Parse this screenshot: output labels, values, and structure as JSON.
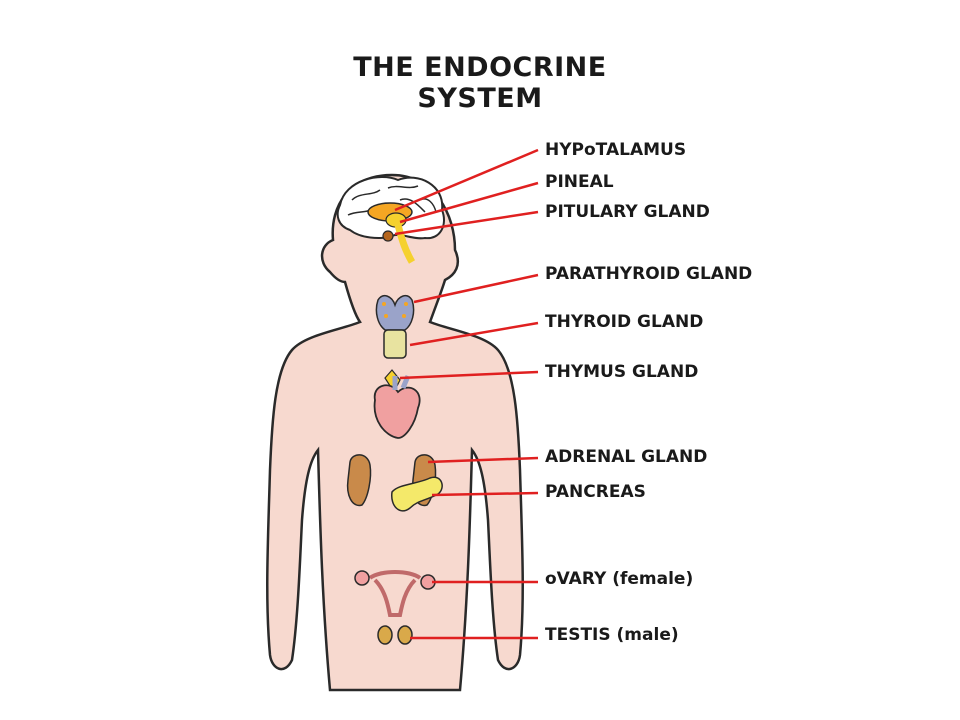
{
  "title": "THE ENDOCRINE SYSTEM",
  "labels": [
    {
      "id": "hypothalamus",
      "text": "HYPoTALAMUS"
    },
    {
      "id": "pineal",
      "text": "PINEAL"
    },
    {
      "id": "pituitary",
      "text": "PITULARY GLAND"
    },
    {
      "id": "parathyroid",
      "text": "PARATHYROID GLAND"
    },
    {
      "id": "thyroid",
      "text": "THYROID GLAND"
    },
    {
      "id": "thymus",
      "text": "THYMUS GLAND"
    },
    {
      "id": "adrenal",
      "text": "ADRENAL GLAND"
    },
    {
      "id": "pancreas",
      "text": "PANCREAS"
    },
    {
      "id": "ovary",
      "text": "oVARY (female)"
    },
    {
      "id": "testis",
      "text": "TESTIS (male)"
    }
  ],
  "colors": {
    "skin": "#f7d9cf",
    "outline": "#2a2a2a",
    "arrow": "#e02020",
    "brain": "#ffffff",
    "gland_yellow": "#f5d12e",
    "heart": "#f0a0a0",
    "kidney": "#c98a4a",
    "pancreas": "#f4e96a",
    "thyroid": "#9aa3c9"
  }
}
